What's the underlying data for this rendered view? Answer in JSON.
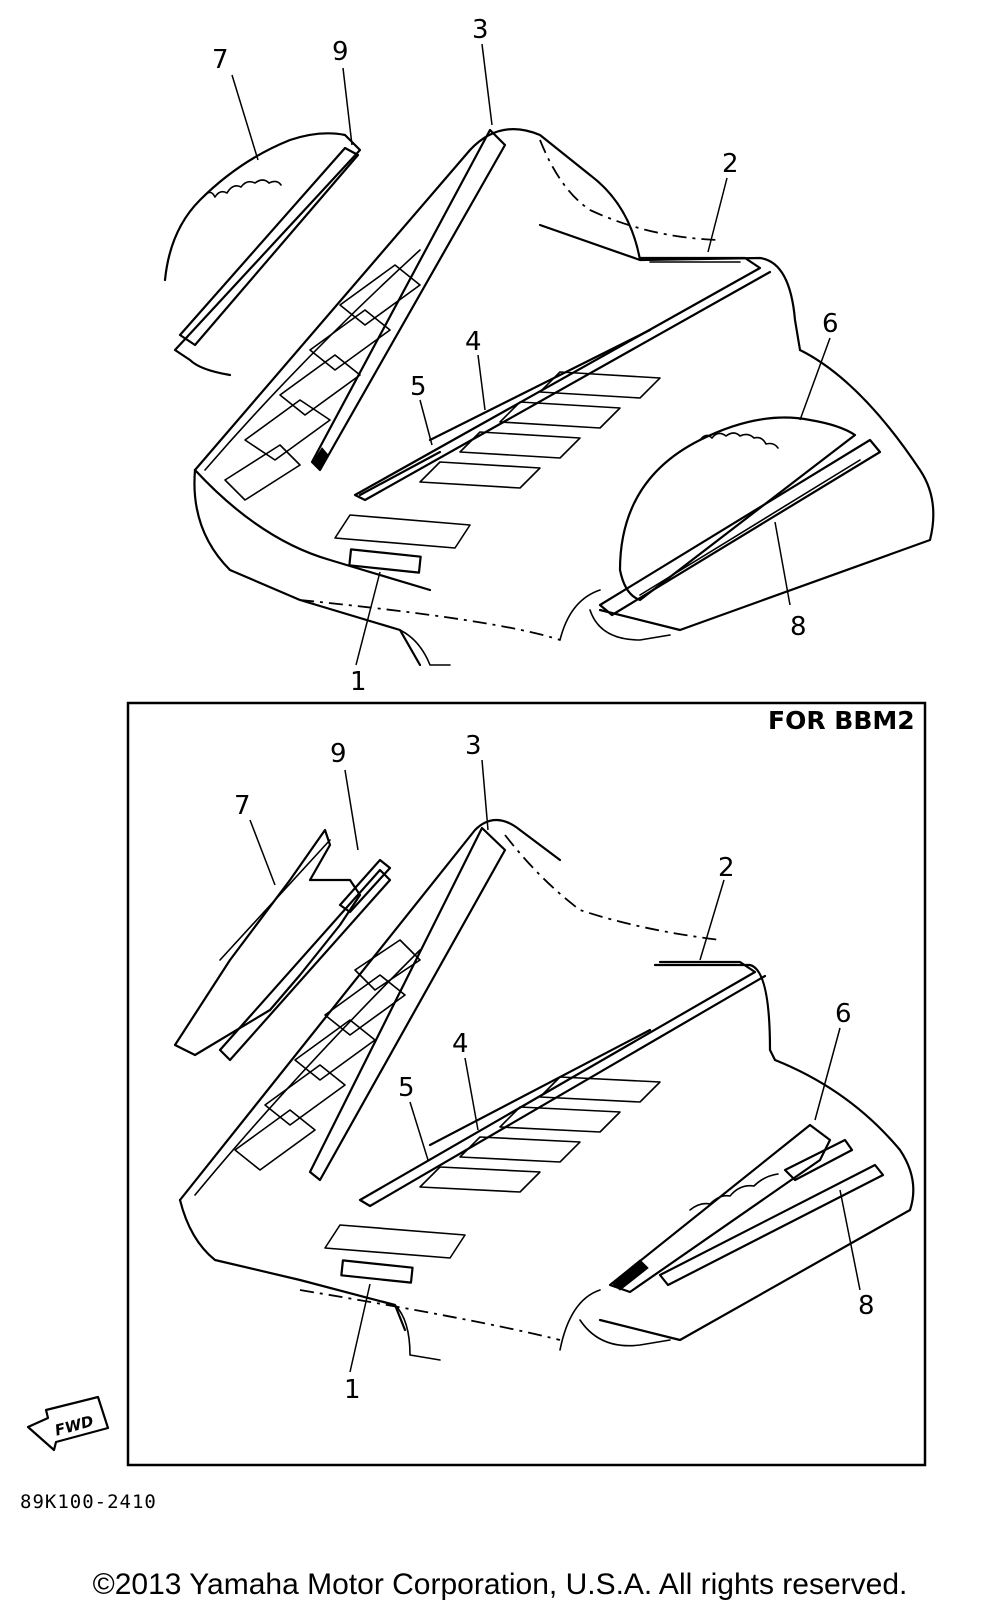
{
  "diagram": {
    "upper_callouts": [
      "7",
      "9",
      "3",
      "2",
      "6",
      "4",
      "5",
      "8",
      "1"
    ],
    "lower_callouts": [
      "3",
      "9",
      "7",
      "2",
      "6",
      "4",
      "5",
      "8",
      "1"
    ],
    "variant_box_label": "FOR BBM2",
    "fwd_label": "FWD",
    "part_number": "89K100-2410"
  },
  "footer": {
    "copyright": "©2013 Yamaha Motor Corporation, U.S.A. All rights reserved."
  }
}
